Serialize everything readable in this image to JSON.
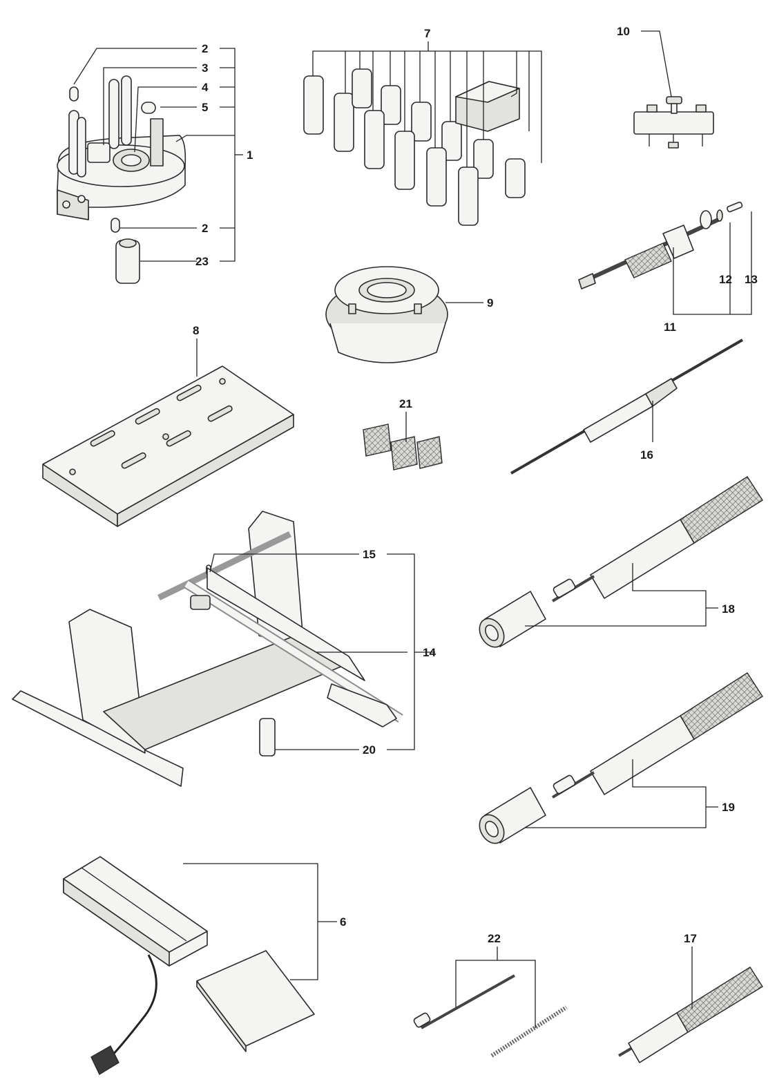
{
  "callouts": {
    "c1": "1",
    "c2a": "2",
    "c2b": "2",
    "c3": "3",
    "c4": "4",
    "c5": "5",
    "c6": "6",
    "c7": "7",
    "c8": "8",
    "c9": "9",
    "c10": "10",
    "c11": "11",
    "c12": "12",
    "c13": "13",
    "c14": "14",
    "c15": "15",
    "c16": "16",
    "c17": "17",
    "c18": "18",
    "c19": "19",
    "c20": "20",
    "c21": "21",
    "c22": "22",
    "c23": "23"
  },
  "style": {
    "line_color": "#222222",
    "part_fill": "#f4f4f2"
  }
}
